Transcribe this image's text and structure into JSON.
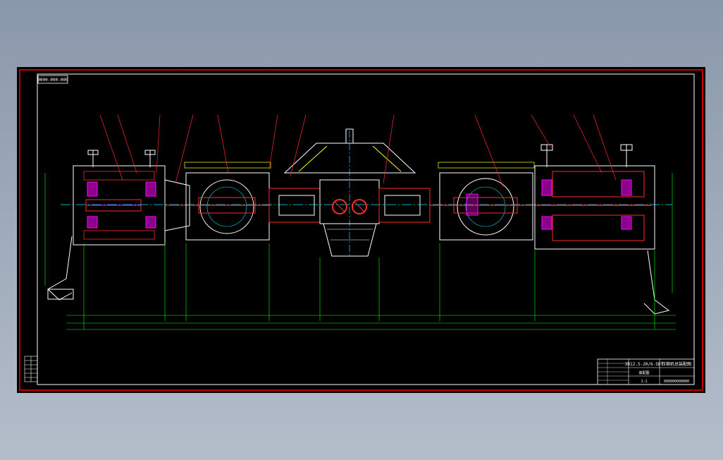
{
  "drawing": {
    "frame_tag": "0000-000-000",
    "title_block": {
      "drawing_number": "2D12.5-20/6-SDT",
      "drawing_name": "压缩机总装配图",
      "sub_name": "装配图",
      "company": "000000000000",
      "scale": "1:1"
    }
  },
  "colors": {
    "background": "#000000",
    "outline": "#ffffff",
    "section": "#ff2a2a",
    "centerline": "#00e5ff",
    "dimension": "#00ff00",
    "frame": "#ff0000",
    "highlight": "#ff00ff",
    "hatch": "#ffff00"
  }
}
